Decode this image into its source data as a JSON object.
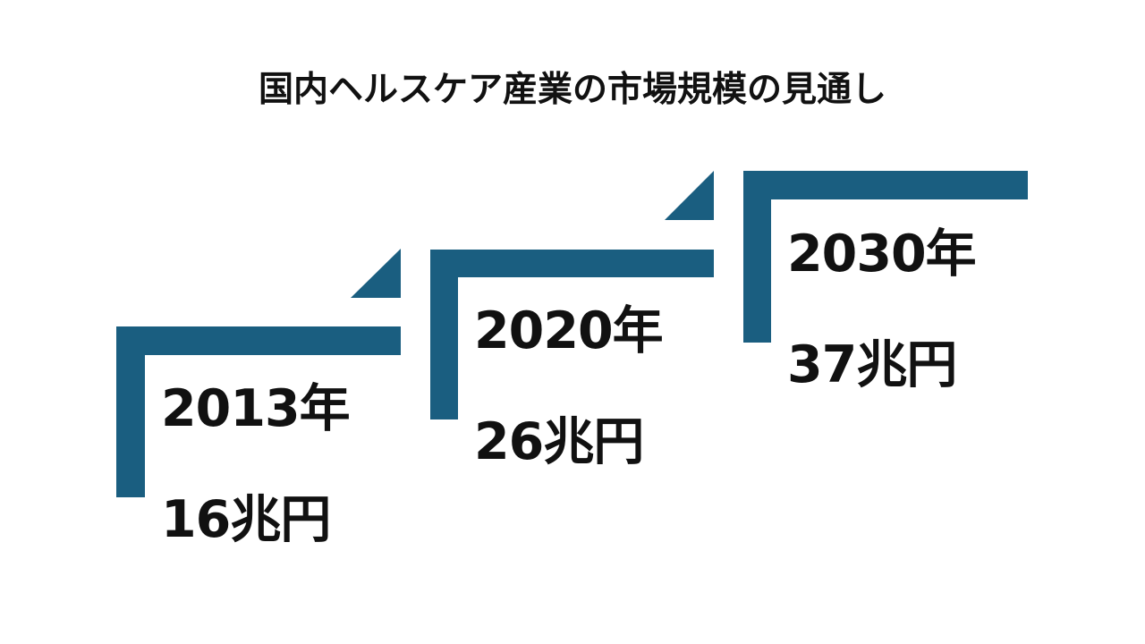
{
  "title": "国内ヘルスケア産業の市場規模の見通し",
  "steps": [
    {
      "year": "2013年",
      "value": "16兆円"
    },
    {
      "year": "2020年",
      "value": "26兆円"
    },
    {
      "year": "2030年",
      "value": "37兆円"
    }
  ],
  "colors": {
    "accent": "#1a5e80",
    "text": "#111111",
    "background": "#ffffff"
  }
}
